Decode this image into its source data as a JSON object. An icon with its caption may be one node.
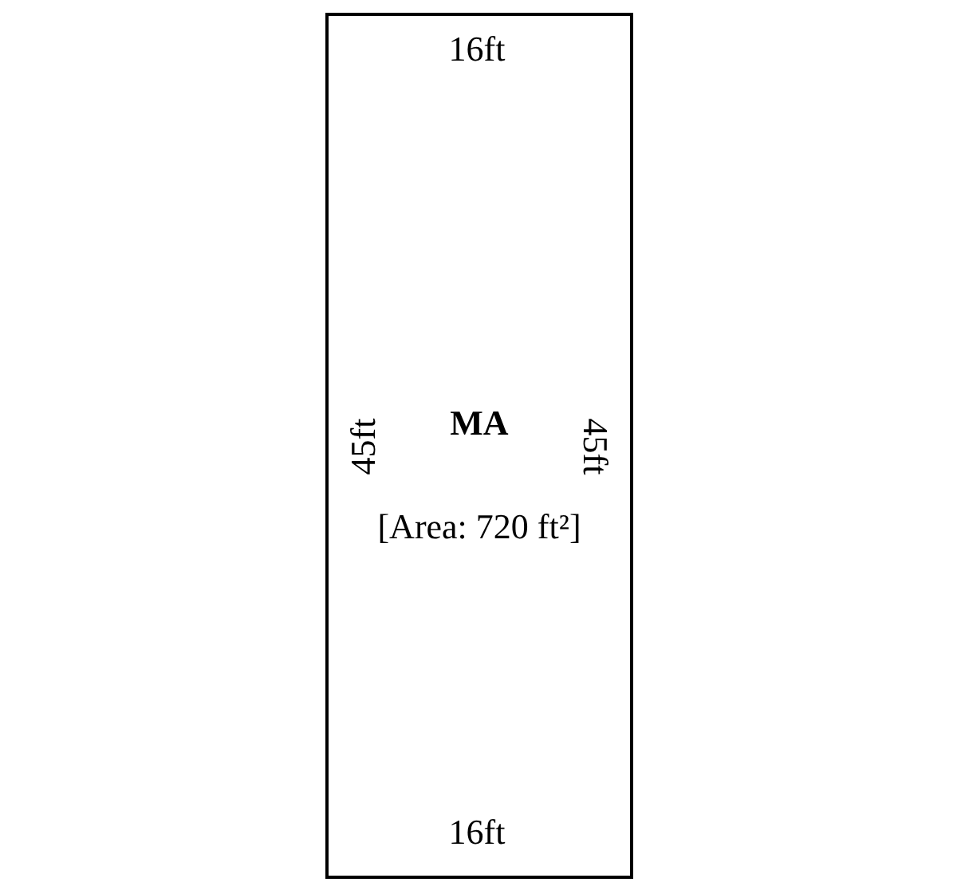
{
  "diagram": {
    "nodes": [
      {
        "text": [
          "MA",
          "[Area: 720 ft²]"
        ]
      }
    ],
    "labels": [
      "16ft",
      "45ft",
      "45ft",
      "16ft"
    ]
  }
}
